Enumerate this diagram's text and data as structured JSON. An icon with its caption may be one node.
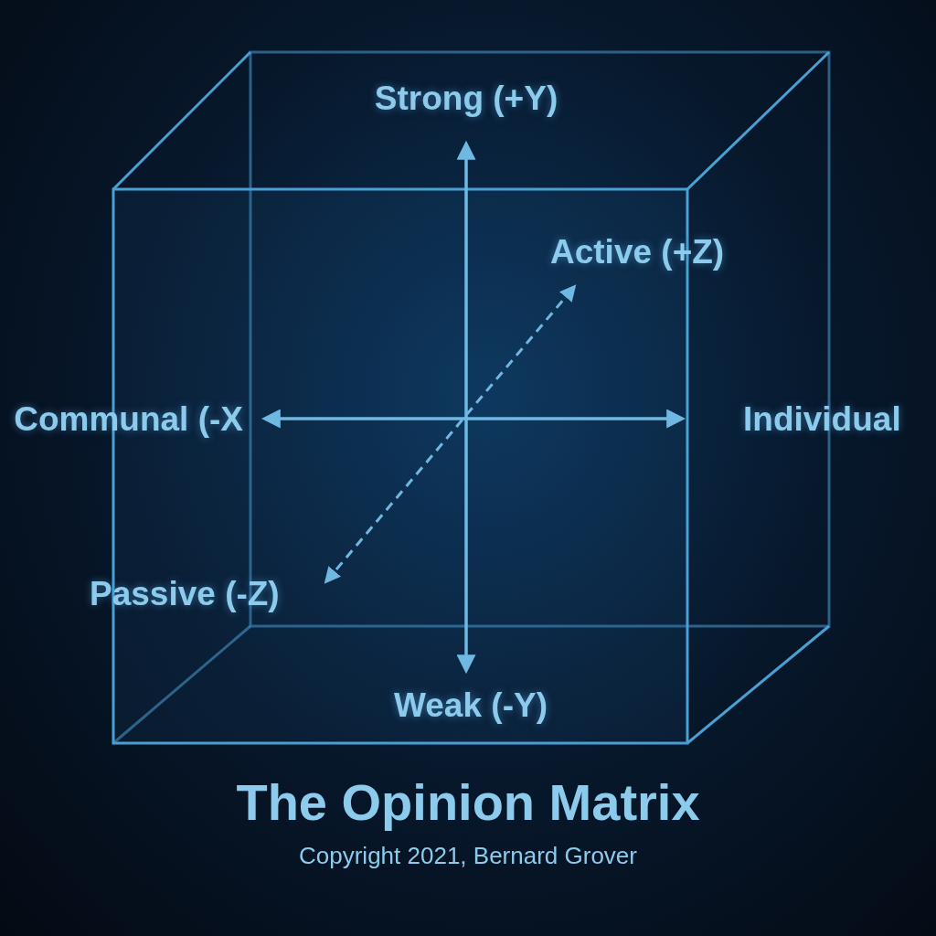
{
  "diagram": {
    "title": "The Opinion Matrix",
    "caption": "Copyright 2021, Bernard Grover",
    "labels": [
      "Strong (+Y)",
      "Active (+Z)",
      "Communal (-X",
      "Individual",
      "Passive (-Z)",
      "Weak (-Y)"
    ]
  }
}
